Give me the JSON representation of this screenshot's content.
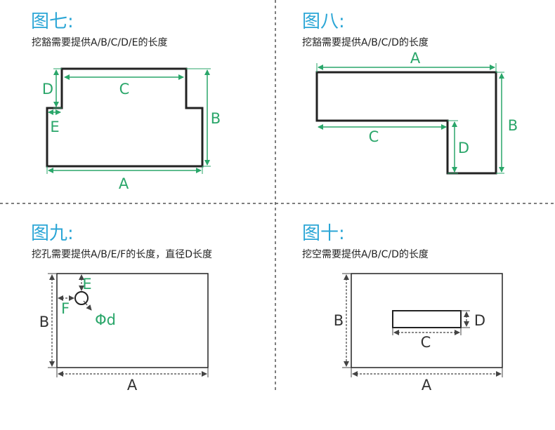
{
  "colors": {
    "title": "#2ba6d6",
    "dim_green": "#2aa66a",
    "outline": "#222222",
    "divider": "#555555",
    "dim_gray": "#555555"
  },
  "panels": [
    {
      "id": "fig7",
      "title": "图七:",
      "description": "挖豁需要提供A/B/C/D/E的长度",
      "labels": {
        "A": "A",
        "B": "B",
        "C": "C",
        "D": "D",
        "E": "E"
      }
    },
    {
      "id": "fig8",
      "title": "图八:",
      "description": "挖豁需要提供A/B/C/D的长度",
      "labels": {
        "A": "A",
        "B": "B",
        "C": "C",
        "D": "D"
      }
    },
    {
      "id": "fig9",
      "title": "图九:",
      "description": "挖孔需要提供A/B/E/F的长度，直径D长度",
      "labels": {
        "A": "A",
        "B": "B",
        "E": "E",
        "F": "F",
        "d": "Φd"
      }
    },
    {
      "id": "fig10",
      "title": "图十:",
      "description": "挖空需要提供A/B/C/D的长度",
      "labels": {
        "A": "A",
        "B": "B",
        "C": "C",
        "D": "D"
      }
    }
  ]
}
